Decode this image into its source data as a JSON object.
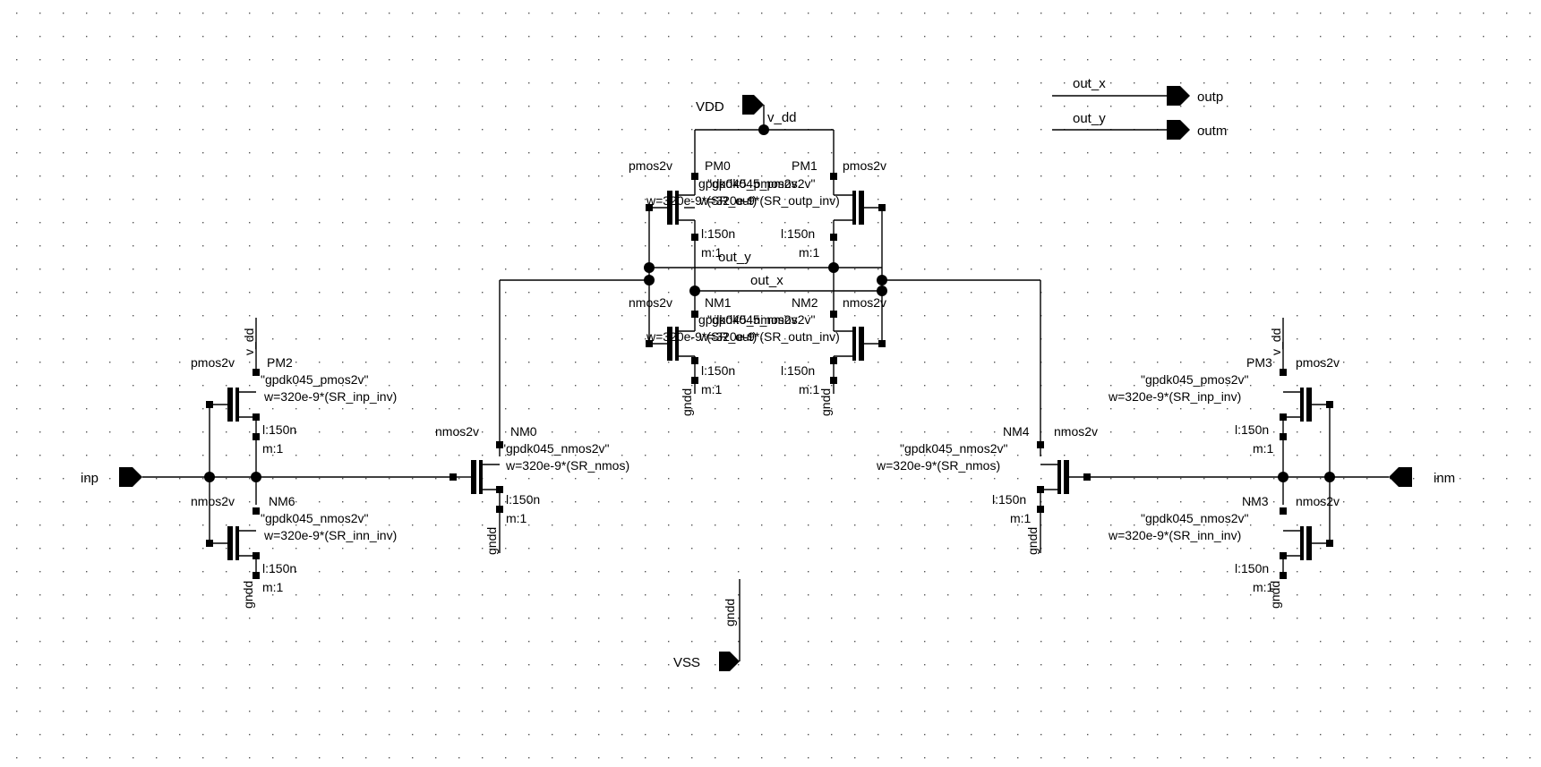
{
  "ports": {
    "vdd": "VDD",
    "vss": "VSS",
    "inp": "inp",
    "inm": "inm",
    "outp": "outp",
    "outm": "outm"
  },
  "nets": {
    "v_dd": "v_dd",
    "gndd": "gndd",
    "out_x": "out_x",
    "out_y": "out_y"
  },
  "transistors": {
    "PM0": {
      "name": "PM0",
      "type": "pmos2v",
      "model": "gpdk045_pmos2v",
      "w": "w=320e-9*(SR_out)",
      "w_overlay": "w=320e-9*(SR_outp_inv)",
      "l": "l:150n",
      "m": "m:1"
    },
    "PM1": {
      "name": "PM1",
      "type": "pmos2v",
      "model": "\"gpdk045_pmos2v\"",
      "w": "w=320e-9*(SR_outp_inv)",
      "l": "l:150n",
      "m": "m:1"
    },
    "NM1": {
      "name": "NM1",
      "type": "nmos2v",
      "model": "gpdk045_nmos2v",
      "w": "w=320e-9*(SR_out)",
      "w_overlay": "w=320e-9*(SR_outn_inv)",
      "l": "l:150n",
      "m": "m:1"
    },
    "NM2": {
      "name": "NM2",
      "type": "nmos2v",
      "model": "\"gpdk045_nmos2v\"",
      "w": "w=320e-9*(SR_outn_inv)",
      "l": "l:150n",
      "m": "m:1"
    },
    "PM2": {
      "name": "PM2",
      "type": "pmos2v",
      "model": "\"gpdk045_pmos2v\"",
      "w": "w=320e-9*(SR_inp_inv)",
      "l": "l:150n",
      "m": "m:1"
    },
    "NM6": {
      "name": "NM6",
      "type": "nmos2v",
      "model": "\"gpdk045_nmos2v\"",
      "w": "w=320e-9*(SR_inn_inv)",
      "l": "l:150n",
      "m": "m:1"
    },
    "NM0": {
      "name": "NM0",
      "type": "nmos2v",
      "model": "\"gpdk045_nmos2v\"",
      "w": "w=320e-9*(SR_nmos)",
      "l": "l:150n",
      "m": "m:1"
    },
    "NM4": {
      "name": "NM4",
      "type": "nmos2v",
      "model": "\"gpdk045_nmos2v\"",
      "w": "w=320e-9*(SR_nmos)",
      "l": "l:150n",
      "m": "m:1"
    },
    "PM3": {
      "name": "PM3",
      "type": "pmos2v",
      "model": "\"gpdk045_pmos2v\"",
      "w": "w=320e-9*(SR_inp_inv)",
      "l": "l:150n",
      "m": "m:1"
    },
    "NM3": {
      "name": "NM3",
      "type": "nmos2v",
      "model": "\"gpdk045_nmos2v\"",
      "w": "w=320e-9*(SR_inn_inv)",
      "l": "l:150n",
      "m": "m:1"
    }
  }
}
